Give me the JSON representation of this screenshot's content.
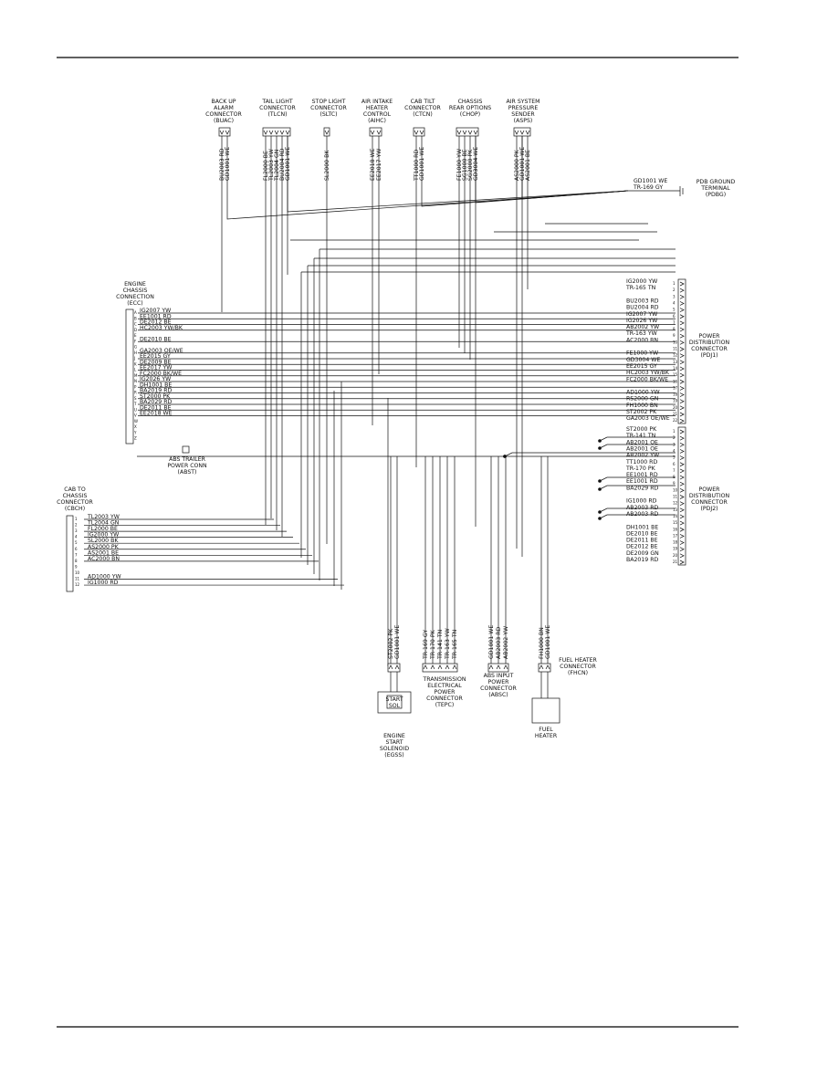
{
  "connectors": {
    "buac": {
      "lines": [
        "BACK UP",
        "ALARM",
        "CONNECTOR",
        "(BUAC)"
      ],
      "wires": [
        "BU2003 RD",
        "GD1001 WE"
      ]
    },
    "tlcn": {
      "lines": [
        "TAIL LIGHT",
        "CONNECTOR",
        "(TLCN)"
      ],
      "wires": [
        "FL2000 BE",
        "TL2003 YW",
        "TL2004 GN",
        "BU2004 RD",
        "GD1001 WE"
      ]
    },
    "sltc": {
      "lines": [
        "STOP LIGHT",
        "CONNECTOR",
        "(SLTC)"
      ],
      "wires": [
        "SL2000 BK"
      ]
    },
    "aihc": {
      "lines": [
        "AIR INTAKE",
        "HEATER",
        "CONTROL",
        "(AIHC)"
      ],
      "wires": [
        "EE2018 WE",
        "EE2017 YW"
      ]
    },
    "ctcn": {
      "lines": [
        "CAB TILT",
        "CONNECTOR",
        "(CTCN)"
      ],
      "wires": [
        "TT1000 RD",
        "GD1001 WE"
      ]
    },
    "chop": {
      "lines": [
        "CHASSIS",
        "REAR OPTIONS",
        "(CHOP)"
      ],
      "wires": [
        "FE1000 YW",
        "SG1000 BE",
        "SG2000 PK",
        "GD3004 WE"
      ]
    },
    "asps": {
      "lines": [
        "AIR SYSTEM",
        "PRESSURE",
        "SENDER",
        "(ASPS)"
      ],
      "wires": [
        "AS2000 PK",
        "GD1001 WE",
        "AS2001 BE"
      ]
    },
    "pdbg": {
      "lines": [
        "PDB GROUND",
        "TERMINAL",
        "(PDBG)"
      ],
      "wires": [
        "GD1001 WE",
        "TR-169 GY"
      ]
    },
    "ecc": {
      "lines": [
        "ENGINE",
        "CHASSIS",
        "CONNECTION",
        "(ECC)"
      ],
      "pins": [
        "A",
        "B",
        "C",
        "D",
        "E",
        "F",
        "G",
        "H",
        "J",
        "K",
        "L",
        "M",
        "N",
        "P",
        "R",
        "S",
        "T",
        "U",
        "V",
        "W",
        "X",
        "Y",
        "Z"
      ],
      "wires": [
        "IG2007 YW",
        "EE1001 RD",
        "DE2012 BE",
        "HC2003 YW/BK",
        "",
        "DE2010 BE",
        "",
        "GA2003 OE/WE",
        "EE2015 GY",
        "DE2009 BE",
        "EE2017 YW",
        "FC2000 BK/WE",
        "IG2026 YW",
        "DH1001 BE",
        "BA2019 RD",
        "ST2000 PK",
        "BA2029 RD",
        "DE2011 BE",
        "EE2018 WE",
        "",
        "",
        ""
      ]
    },
    "pdj1": {
      "lines": [
        "POWER",
        "DISTRIBUTION",
        "CONNECTOR",
        "(PDJ1)"
      ],
      "wires": [
        "IG2000 YW",
        "TR-165 TN",
        "",
        "BU2003 RD",
        "BU2004 RD",
        "IG2007 YW",
        "IG2026 YW",
        "AB2002 YW",
        "TR-163 YW",
        "AC2000 BN",
        "",
        "FE1000 YW",
        "GD3004 WE",
        "EE2015 GY",
        "HC2003 YW/BK",
        "FC2000 BK/WE",
        "",
        "AD1000 YW",
        "RS2000 GN",
        "FH1000 BN",
        "ST2002 PK",
        "GA2003 OE/WE"
      ]
    },
    "abst": {
      "lines": [
        "ABS TRAILER",
        "POWER CONN",
        "(ABST)"
      ]
    },
    "cbch": {
      "lines": [
        "CAB TO",
        "CHASSIS",
        "CONNECTOR",
        "(CBCH)"
      ],
      "wires": [
        "TL2003 YW",
        "TL2004 GN",
        "FL2000 BE",
        "IG2000 YW",
        "SL2000 BK",
        "AS2000 PK",
        "AS2001 BE",
        "AC2000 BN",
        "",
        "",
        "AD1000 YW",
        "IG1000 RD"
      ]
    },
    "pdj2": {
      "lines": [
        "POWER",
        "DISTRIBUTION",
        "CONNECTOR",
        "(PDJ2)"
      ],
      "wires": [
        "ST2000 PK",
        "TR-141 TN",
        "AB2001 OE",
        "AB2001 OE",
        "AB2002 YW",
        "TT1000 RD",
        "TR-170 PK",
        "EE1001 RD",
        "EE1001 RD",
        "BA2029 RD",
        "",
        "IG1000 RD",
        "AB2003 RD",
        "AB2003 RD",
        "",
        "DH1001 BE",
        "DE2010 BE",
        "DE2011 BE",
        "DE2012 BE",
        "DE2009 GN",
        "BA2019 RD"
      ]
    },
    "egss": {
      "lines": [
        "ENGINE",
        "START",
        "SOLENOID",
        "(EGSS)"
      ],
      "wires": [
        "ST2002 PK",
        "GD1001 WE"
      ],
      "inner": [
        "START",
        "SOL"
      ]
    },
    "tepc": {
      "lines": [
        "TRANSMISSION",
        "ELECTRICAL",
        "POWER",
        "CONNECTOR",
        "(TEPC)"
      ],
      "wires": [
        "TR-169 GY",
        "TR-170 PK",
        "TR-141 TN",
        "TR-163 YW",
        "TR-165 TN"
      ]
    },
    "absc": {
      "lines": [
        "ABS INPUT",
        "POWER",
        "CONNECTOR",
        "(ABSC)"
      ],
      "wires": [
        "GD1001 WE",
        "AB2003 RD",
        "AB2002 YW"
      ]
    },
    "fhcn": {
      "lines": [
        "FUEL HEATER",
        "CONNECTOR",
        "(FHCN)"
      ],
      "wires": [
        "FH1000 BN",
        "GD1001 WE"
      ]
    },
    "fuel_heater": {
      "lines": [
        "FUEL",
        "HEATER"
      ]
    }
  }
}
